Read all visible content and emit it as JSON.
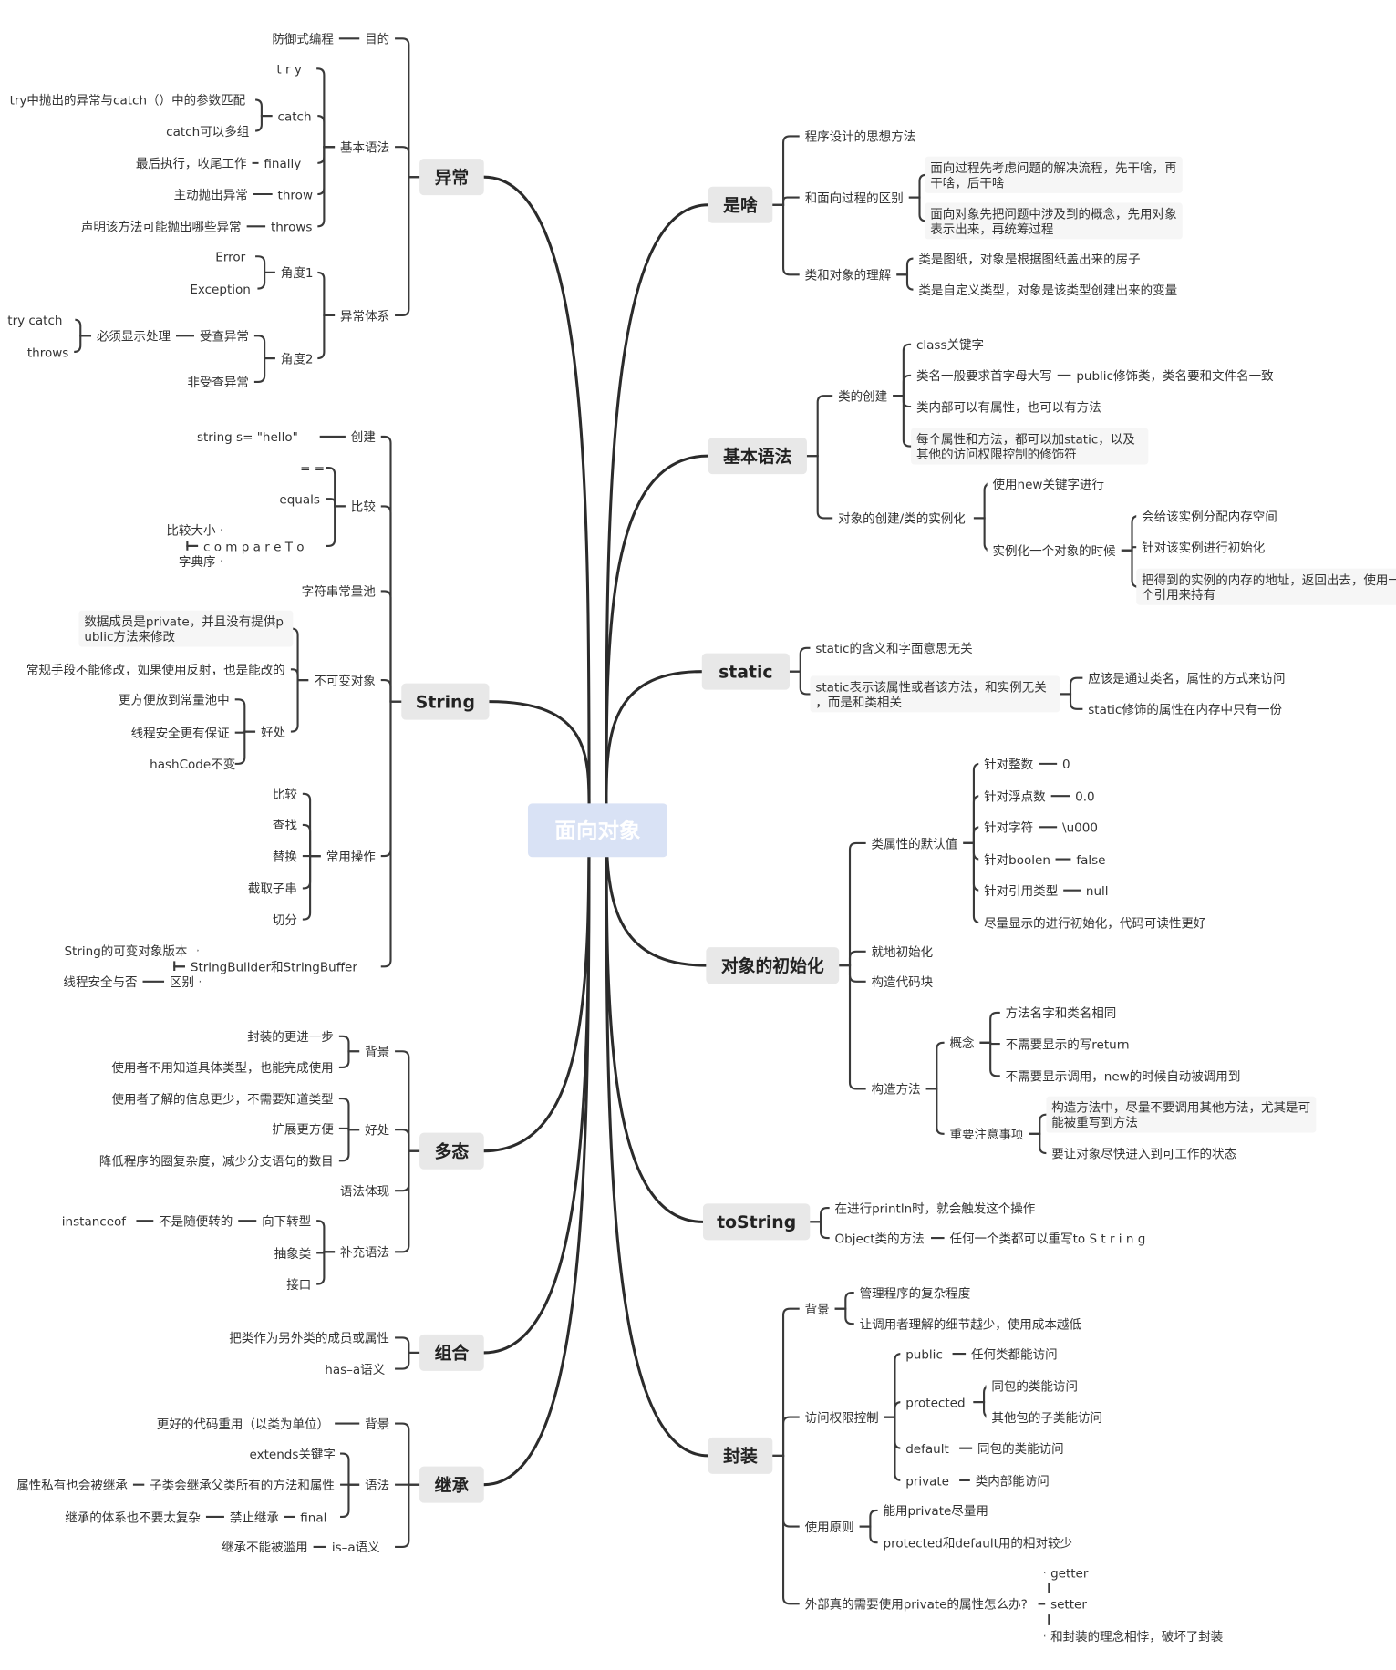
{
  "root": {
    "id": "root",
    "label": "面向对象",
    "side": "center"
  },
  "left_branches": [
    {
      "id": "yichang",
      "label": "异常",
      "children": [
        {
          "label": "目的",
          "children": [
            {
              "label": "防御式编程"
            }
          ]
        },
        {
          "label": "基本语法",
          "children": [
            {
              "label": "t r y"
            },
            {
              "label": "catch",
              "children": [
                {
                  "label": "try中抛出的异常与catch（）中的参数匹配"
                },
                {
                  "label": "catch可以多组"
                }
              ]
            },
            {
              "label": "finally",
              "children": [
                {
                  "label": "最后执行，收尾工作"
                }
              ]
            },
            {
              "label": "throw",
              "children": [
                {
                  "label": "主动抛出异常"
                }
              ]
            },
            {
              "label": "throws",
              "children": [
                {
                  "label": "声明该方法可能抛出哪些异常"
                }
              ]
            }
          ]
        },
        {
          "label": "异常体系",
          "children": [
            {
              "label": "角度1",
              "children": [
                {
                  "label": "Error"
                },
                {
                  "label": "Exception"
                }
              ]
            },
            {
              "label": "角度2",
              "children": [
                {
                  "label": "受查异常",
                  "children": [
                    {
                      "label": "必须显示处理",
                      "children": [
                        {
                          "label": "try catch"
                        },
                        {
                          "label": "throws"
                        }
                      ]
                    }
                  ]
                },
                {
                  "label": "非受查异常"
                }
              ]
            }
          ]
        }
      ]
    },
    {
      "id": "string",
      "label": "String",
      "children": [
        {
          "label": "创建",
          "children": [
            {
              "label": "string s= \"hello\""
            }
          ]
        },
        {
          "label": "比较",
          "children": [
            {
              "label": "= ="
            },
            {
              "label": "equals"
            },
            {
              "label": "c o m p a r e T o",
              "children": [
                {
                  "label": "比较大小"
                },
                {
                  "label": "字典序"
                }
              ]
            }
          ]
        },
        {
          "label": "字符串常量池"
        },
        {
          "label": "不可变对象",
          "children": [
            {
              "label": "数据成员是private，并且没有提供public方法来修改"
            },
            {
              "label": "常规手段不能修改，如果使用反射，也是能改的"
            },
            {
              "label": "好处",
              "children": [
                {
                  "label": "更方便放到常量池中"
                },
                {
                  "label": "线程安全更有保证"
                },
                {
                  "label": "hashCode不变"
                }
              ]
            }
          ]
        },
        {
          "label": "常用操作",
          "children": [
            {
              "label": "比较"
            },
            {
              "label": "查找"
            },
            {
              "label": "替换"
            },
            {
              "label": "截取子串"
            },
            {
              "label": "切分"
            }
          ]
        },
        {
          "label": "StringBuilder和StringBuffer",
          "children": [
            {
              "label": "String的可变对象版本"
            },
            {
              "label": "区别",
              "children": [
                {
                  "label": "线程安全与否"
                }
              ]
            }
          ]
        }
      ]
    },
    {
      "id": "duotai",
      "label": "多态",
      "children": [
        {
          "label": "背景",
          "children": [
            {
              "label": "封装的更进一步"
            },
            {
              "label": "使用者不用知道具体类型，也能完成使用"
            }
          ]
        },
        {
          "label": "好处",
          "children": [
            {
              "label": "使用者了解的信息更少，不需要知道类型"
            },
            {
              "label": "扩展更方便"
            },
            {
              "label": "降低程序的圈复杂度，减少分支语句的数目"
            }
          ]
        },
        {
          "label": "语法体现"
        },
        {
          "label": "补充语法",
          "children": [
            {
              "label": "向下转型",
              "children": [
                {
                  "label": "不是随便转的",
                  "children": [
                    {
                      "label": "instanceof"
                    }
                  ]
                }
              ]
            },
            {
              "label": "抽象类"
            },
            {
              "label": "接口"
            }
          ]
        }
      ]
    },
    {
      "id": "zuhe",
      "label": "组合",
      "children": [
        {
          "label": "把类作为另外类的成员或属性"
        },
        {
          "label": "has–a语义"
        }
      ]
    },
    {
      "id": "jicheng",
      "label": "继承",
      "children": [
        {
          "label": "背景",
          "children": [
            {
              "label": "更好的代码重用（以类为单位）"
            }
          ]
        },
        {
          "label": "语法",
          "children": [
            {
              "label": "extends关键字"
            },
            {
              "label": "子类会继承父类所有的方法和属性",
              "children": [
                {
                  "label": "属性私有也会被继承"
                }
              ]
            },
            {
              "label": "final",
              "children": [
                {
                  "label": "禁止继承",
                  "children": [
                    {
                      "label": "继承的体系也不要太复杂"
                    }
                  ]
                }
              ]
            }
          ]
        },
        {
          "label": "is–a语义",
          "children": [
            {
              "label": "继承不能被滥用"
            }
          ]
        }
      ]
    }
  ],
  "right_branches": [
    {
      "id": "shisha",
      "label": "是啥",
      "children": [
        {
          "label": "程序设计的思想方法"
        },
        {
          "label": "和面向过程的区别",
          "children": [
            {
              "label": "面向过程先考虑问题的解决流程，先干啥，再干啥，后干啥"
            },
            {
              "label": "面向对象先把问题中涉及到的概念，先用对象表示出来，再统筹过程"
            }
          ]
        },
        {
          "label": "类和对象的理解",
          "children": [
            {
              "label": "类是图纸，对象是根据图纸盖出来的房子"
            },
            {
              "label": "类是自定义类型，对象是该类型创建出来的变量"
            }
          ]
        }
      ]
    },
    {
      "id": "jiben",
      "label": "基本语法",
      "children": [
        {
          "label": "类的创建",
          "children": [
            {
              "label": "class关键字"
            },
            {
              "label": "类名一般要求首字母大写",
              "children": [
                {
                  "label": "public修饰类，类名要和文件名一致"
                }
              ]
            },
            {
              "label": "类内部可以有属性，也可以有方法"
            },
            {
              "label": "每个属性和方法，都可以加static，以及其他的访问权限控制的修饰符"
            }
          ]
        },
        {
          "label": "对象的创建/类的实例化",
          "children": [
            {
              "label": "使用new关键字进行"
            },
            {
              "label": "实例化一个对象的时候",
              "children": [
                {
                  "label": "会给该实例分配内存空间"
                },
                {
                  "label": "针对该实例进行初始化"
                },
                {
                  "label": "把得到的实例的内存的地址，返回出去，使用一个引用来持有"
                }
              ]
            }
          ]
        }
      ]
    },
    {
      "id": "static",
      "label": "static",
      "children": [
        {
          "label": "static的含义和字面意思无关"
        },
        {
          "label": "static表示该属性或者该方法，和实例无关，而是和类相关",
          "children": [
            {
              "label": "应该是通过类名，属性的方式来访问"
            },
            {
              "label": "static修饰的属性在内存中只有一份"
            }
          ]
        }
      ]
    },
    {
      "id": "chushihua",
      "label": "对象的初始化",
      "children": [
        {
          "label": "类属性的默认值",
          "children": [
            {
              "label": "针对整数",
              "children": [
                {
                  "label": "0"
                }
              ]
            },
            {
              "label": "针对浮点数",
              "children": [
                {
                  "label": "0.0"
                }
              ]
            },
            {
              "label": "针对字符",
              "children": [
                {
                  "label": "\\u000"
                }
              ]
            },
            {
              "label": "针对boolen",
              "children": [
                {
                  "label": "false"
                }
              ]
            },
            {
              "label": "针对引用类型",
              "children": [
                {
                  "label": "null"
                }
              ]
            },
            {
              "label": "尽量显示的进行初始化，代码可读性更好"
            }
          ]
        },
        {
          "label": "就地初始化"
        },
        {
          "label": "构造代码块"
        },
        {
          "label": "构造方法",
          "children": [
            {
              "label": "概念",
              "children": [
                {
                  "label": "方法名字和类名相同"
                },
                {
                  "label": "不需要显示的写return"
                },
                {
                  "label": "不需要显示调用，new的时候自动被调用到"
                }
              ]
            },
            {
              "label": "重要注意事项",
              "children": [
                {
                  "label": "构造方法中，尽量不要调用其他方法，尤其是可能被重写到方法"
                },
                {
                  "label": "要让对象尽快进入到可工作的状态"
                }
              ]
            }
          ]
        }
      ]
    },
    {
      "id": "tostring",
      "label": "toString",
      "children": [
        {
          "label": "在进行println时，就会触发这个操作"
        },
        {
          "label": "Object类的方法",
          "children": [
            {
              "label": "任何一个类都可以重写to S t r i n g"
            }
          ]
        }
      ]
    },
    {
      "id": "fengzhuang",
      "label": "封装",
      "children": [
        {
          "label": "背景",
          "children": [
            {
              "label": "管理程序的复杂程度"
            },
            {
              "label": "让调用者理解的细节越少，使用成本越低"
            }
          ]
        },
        {
          "label": "访问权限控制",
          "children": [
            {
              "label": "public",
              "children": [
                {
                  "label": "任何类都能访问"
                }
              ]
            },
            {
              "label": "protected",
              "children": [
                {
                  "label": "同包的类能访问"
                },
                {
                  "label": "其他包的子类能访问"
                }
              ]
            },
            {
              "label": "default",
              "children": [
                {
                  "label": "同包的类能访问"
                }
              ]
            },
            {
              "label": "private",
              "children": [
                {
                  "label": "类内部能访问"
                }
              ]
            }
          ]
        },
        {
          "label": "使用原则",
          "children": [
            {
              "label": "能用private尽量用"
            },
            {
              "label": "protected和default用的相对较少"
            }
          ]
        },
        {
          "label": "外部真的需要使用private的属性怎么办?",
          "children": [
            {
              "label": "getter"
            },
            {
              "label": "setter"
            },
            {
              "label": "和封装的理念相悖，破坏了封装"
            }
          ]
        }
      ]
    }
  ]
}
